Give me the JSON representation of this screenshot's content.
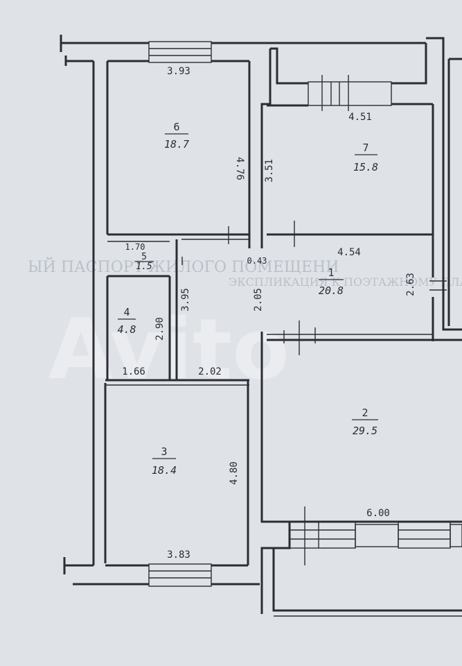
{
  "watermark": "Avito",
  "background_text": [
    "ЫЙ ПАСПОРТ  ЖИЛОГО ПОМЕЩЕНИ",
    "ЭКСПЛИКАЦИЯ К ПОЭТАЖНОМУ ПЛАНУ"
  ],
  "rooms": [
    {
      "id": "1",
      "area": "20.8"
    },
    {
      "id": "2",
      "area": "29.5"
    },
    {
      "id": "3",
      "area": "18.4"
    },
    {
      "id": "4",
      "area": "4.8"
    },
    {
      "id": "5",
      "area": "1.5"
    },
    {
      "id": "6",
      "area": "18.7"
    },
    {
      "id": "7",
      "area": "15.8"
    }
  ],
  "dimensions": [
    "3.93",
    "4.51",
    "4.76",
    "3.51",
    "1.70",
    "0.43",
    "4.54",
    "3.95",
    "2.05",
    "2.63",
    "2.90",
    "1.66",
    "2.02",
    "4.80",
    "3.83",
    "6.00"
  ]
}
